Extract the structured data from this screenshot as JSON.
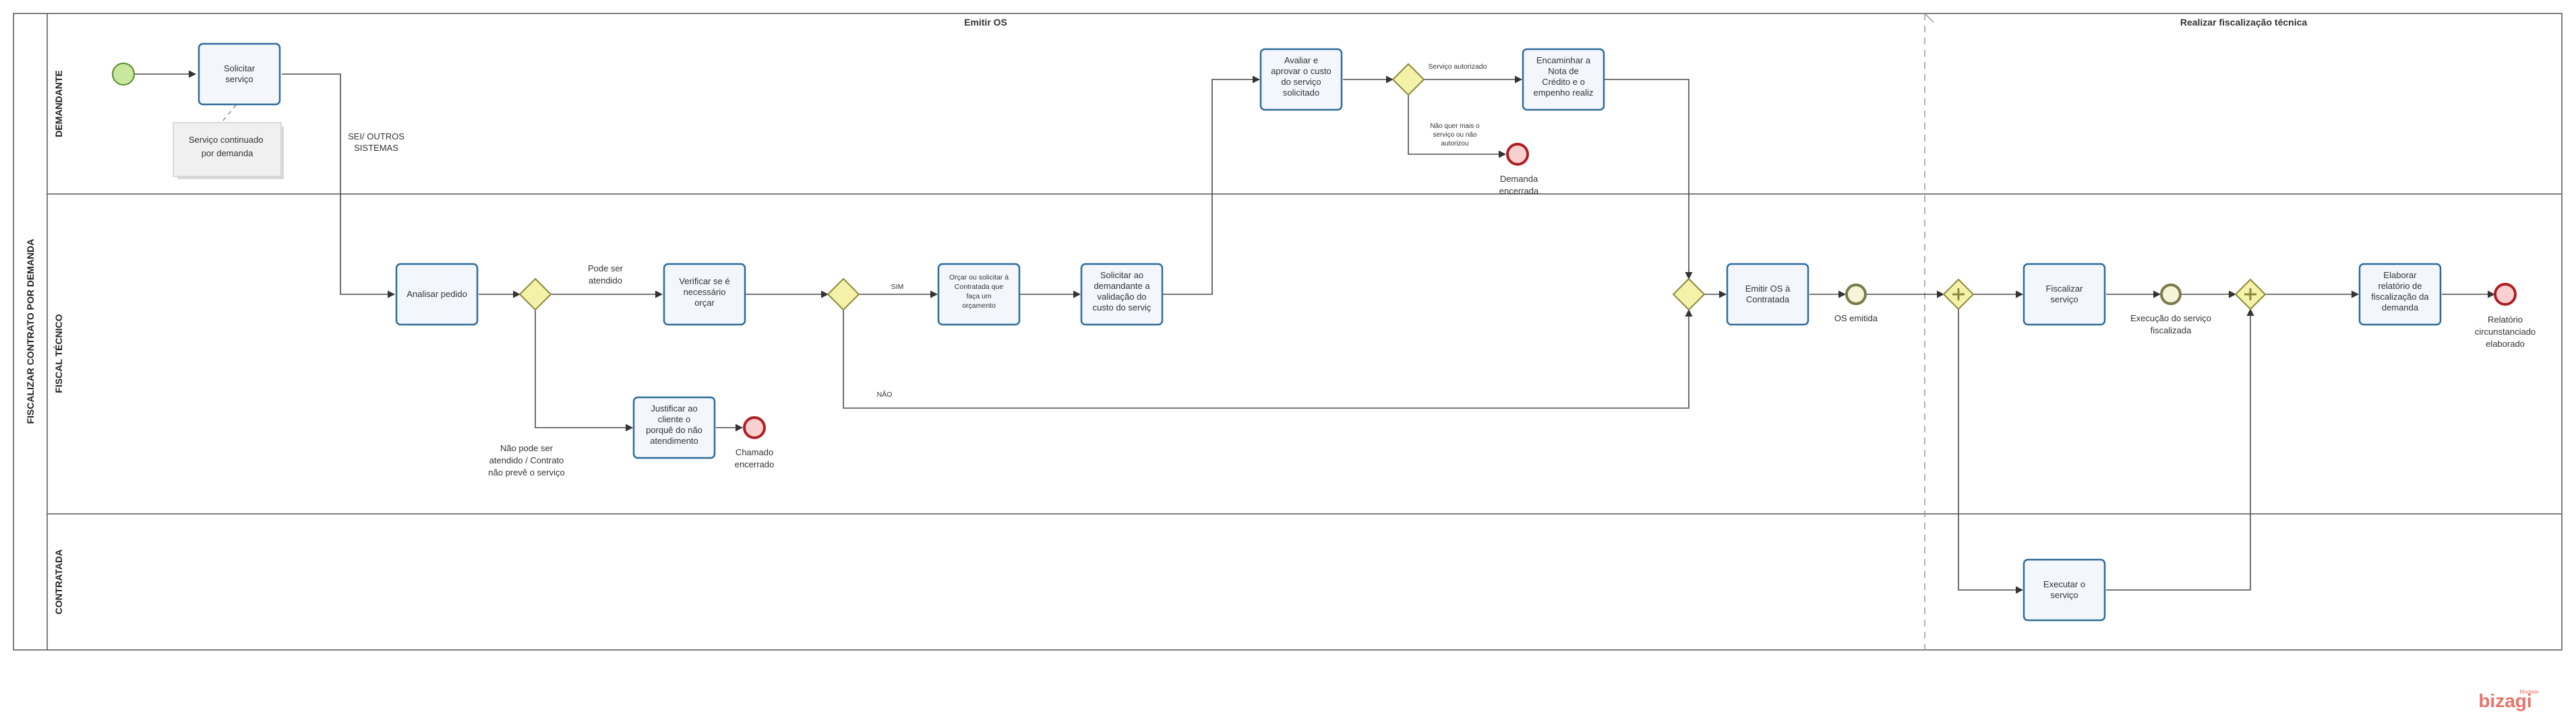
{
  "pool": {
    "title": "FISCALIZAR CONTRATO POR DEMANDA"
  },
  "phases": {
    "emitir_os": "Emitir OS",
    "fiscalizacao": "Realizar fiscalização técnica"
  },
  "lanes": {
    "demandante": "DEMANDANTE",
    "fiscal": "FISCAL TÉCNICO",
    "contratada": "CONTRATADA"
  },
  "tasks": {
    "solicitar_servico": [
      "Solicitar",
      "serviço"
    ],
    "analisar_pedido": [
      "Analisar pedido"
    ],
    "verificar_orcar": [
      "Verificar se é",
      "necessário",
      "orçar"
    ],
    "justificar": [
      "Justificar ao",
      "cliente o",
      "porquê do não",
      "atendimento"
    ],
    "orcar_solicitar": [
      "Orçar ou solicitar à",
      "Contratada que",
      "faça um",
      "orçamento"
    ],
    "solicitar_validacao": [
      "Solicitar ao",
      "demandante a",
      "validação do",
      "custo do serviç"
    ],
    "avaliar_aprovar": [
      "Avaliar e",
      "aprovar o custo",
      "do serviço",
      "solicitado"
    ],
    "encaminhar_nota": [
      "Encaminhar a",
      "Nota de",
      "Crédito e o",
      "empenho realiz"
    ],
    "emitir_os": [
      "Emitir OS à",
      "Contratada"
    ],
    "fiscalizar": [
      "Fiscalizar",
      "serviço"
    ],
    "executar": [
      "Executar o",
      "serviço"
    ],
    "elaborar_relatorio": [
      "Elaborar",
      "relatório de",
      "fiscalização da",
      "demanda"
    ]
  },
  "annotation": [
    "Serviço continuado",
    "por demanda"
  ],
  "labels": {
    "sei": [
      "SEI/ OUTROS",
      "SISTEMAS"
    ],
    "pode_ser_atendido": [
      "Pode ser",
      "atendido"
    ],
    "nao_pode": [
      "Não pode ser",
      "atendido / Contrato",
      "não prevê o serviço"
    ],
    "sim": "SIM",
    "nao": "NÃO",
    "servico_autorizado": "Serviço autorizado",
    "nao_quer": [
      "Não quer mais o",
      "serviço ou não",
      "autorizou"
    ]
  },
  "events": {
    "chamado_encerrado": [
      "Chamado",
      "encerrado"
    ],
    "demanda_encerrada": [
      "Demanda",
      "encerrada"
    ],
    "os_emitida": [
      "OS emitida"
    ],
    "execucao_fiscalizada": [
      "Execução do serviço",
      "fiscalizada"
    ],
    "relatorio": [
      "Relatório",
      "circunstanciado",
      "elaborado"
    ]
  },
  "logo": {
    "text": "bizagi",
    "sub": "Modeler",
    "color": "#e8736a"
  },
  "colors": {
    "task_stroke": "#2f6b9a",
    "task_fill": "#f3f7fc",
    "start_fill": "#c8e8a0",
    "end_stroke": "#b01e24",
    "gateway_fill": "#f4f2a8",
    "intermediate_stroke": "#7a7a4a"
  }
}
